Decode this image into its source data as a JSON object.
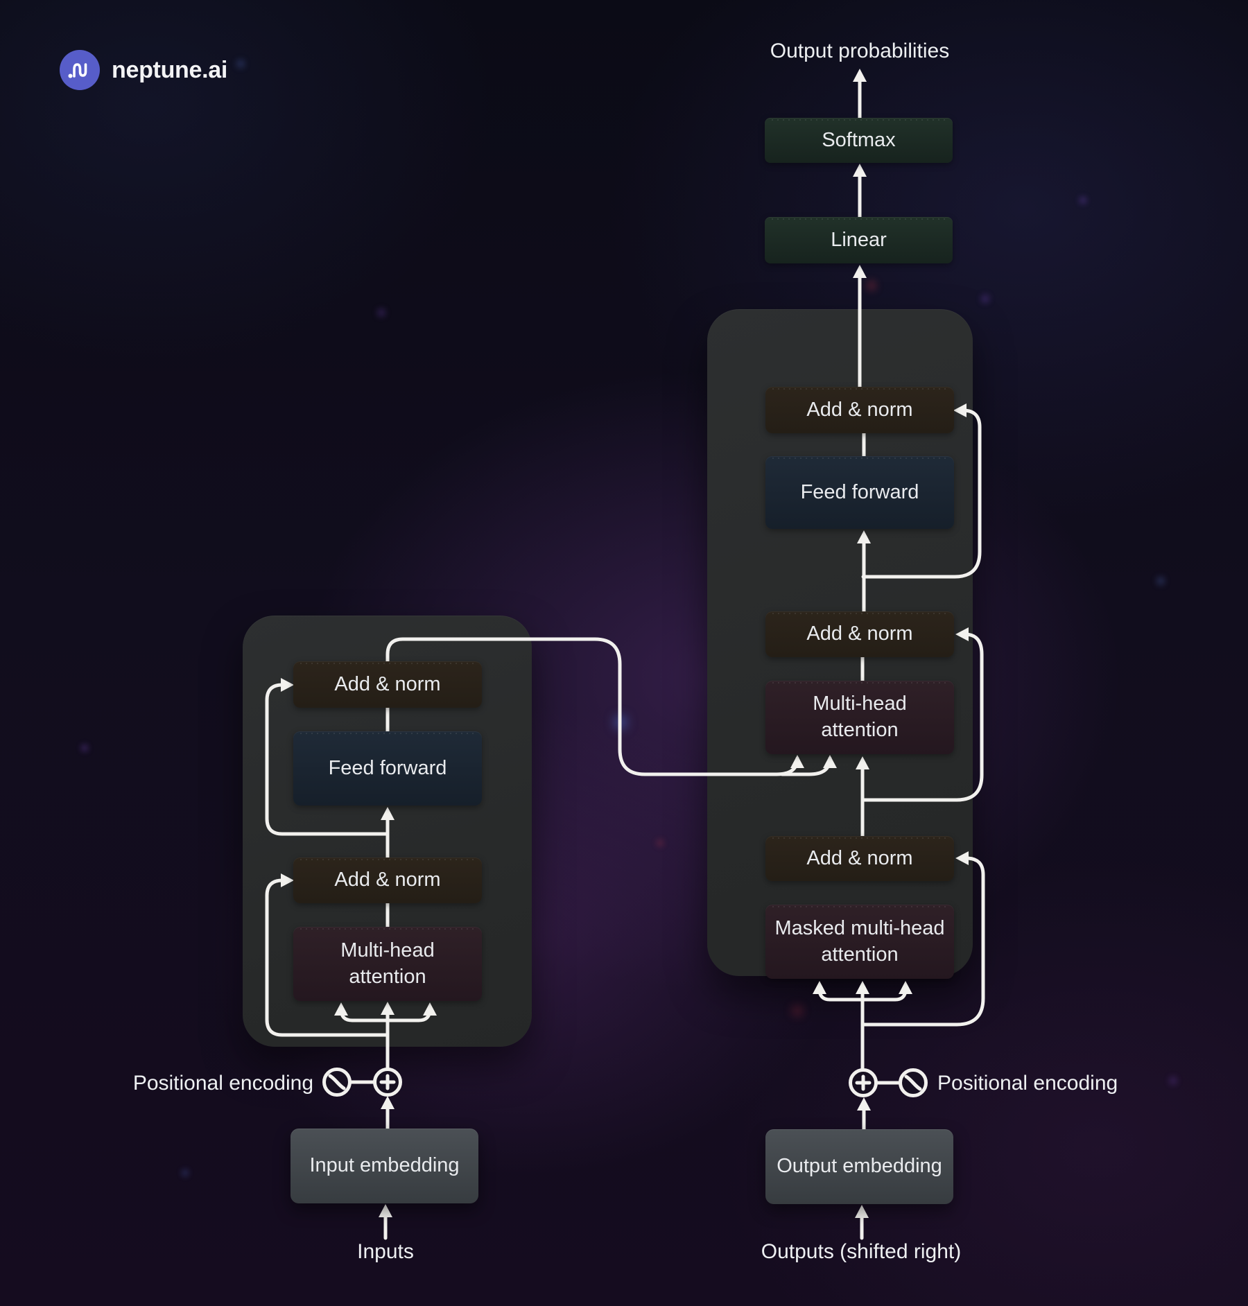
{
  "brand": {
    "name": "neptune.ai"
  },
  "output_head": {
    "output_probabilities": "Output probabilities",
    "softmax": "Softmax",
    "linear": "Linear"
  },
  "encoder": {
    "add_norm_top": "Add & norm",
    "feed_forward": "Feed forward",
    "add_norm_bottom": "Add & norm",
    "multi_head_attention": "Multi-head attention",
    "positional_encoding": "Positional encoding",
    "input_embedding": "Input embedding",
    "inputs": "Inputs"
  },
  "decoder": {
    "add_norm_top": "Add & norm",
    "feed_forward": "Feed forward",
    "add_norm_middle": "Add & norm",
    "multi_head_attention": "Multi-head attention",
    "add_norm_bottom": "Add & norm",
    "masked_multi_head_attention": "Masked multi-head attention",
    "positional_encoding": "Positional encoding",
    "output_embedding": "Output embedding",
    "outputs_shifted": "Outputs (shifted right)"
  },
  "icons": {
    "logo": "wave-icon",
    "add_nodes": "plus-in-circle-icon",
    "positional_nodes": "sine-wave-in-circle-icon"
  },
  "colors": {
    "wire": "#f2f1ee",
    "logo_circle": "#575dc9",
    "panel": "#2a2c2d",
    "box_add_norm": "#28211a",
    "box_feed_forward": "#1b2530",
    "box_attention": "#2b1d24",
    "box_head_green": "#1d2a24",
    "box_embedding": "#3f4448",
    "text": "#eef0f2",
    "background_top": "#0b0b16",
    "background_purple_glow": "#613480"
  }
}
